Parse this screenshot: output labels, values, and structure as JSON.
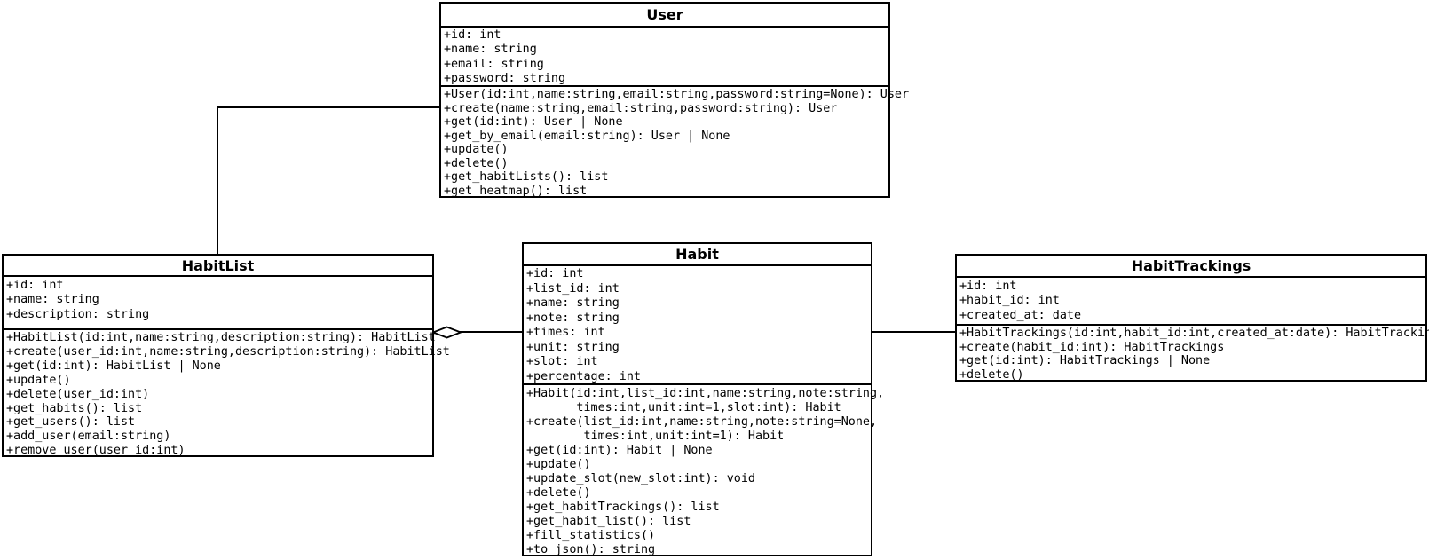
{
  "diagram": {
    "kind": "uml-class-diagram",
    "colors": {
      "background": "#ffffff",
      "line": "#000000",
      "text": "#000000",
      "box_fill": "#ffffff"
    },
    "classes": [
      {
        "name": "User",
        "attributes": [
          "+id: int",
          "+name: string",
          "+email: string",
          "+password: string"
        ],
        "methods": [
          "+User(id:int,name:string,email:string,password:string=None): User",
          "+create(name:string,email:string,password:string): User",
          "+get(id:int): User | None",
          "+get_by_email(email:string): User | None",
          "+update()",
          "+delete()",
          "+get_habitLists(): list",
          "+get_heatmap(): list"
        ]
      },
      {
        "name": "HabitList",
        "attributes": [
          "+id: int",
          "+name: string",
          "+description: string"
        ],
        "methods": [
          "+HabitList(id:int,name:string,description:string): HabitList",
          "+create(user_id:int,name:string,description:string): HabitList",
          "+get(id:int): HabitList | None",
          "+update()",
          "+delete(user_id:int)",
          "+get_habits(): list",
          "+get_users(): list",
          "+add_user(email:string)",
          "+remove_user(user_id:int)"
        ]
      },
      {
        "name": "Habit",
        "attributes": [
          "+id: int",
          "+list_id: int",
          "+name: string",
          "+note: string",
          "+times: int",
          "+unit: string",
          "+slot: int",
          "+percentage: int"
        ],
        "methods": [
          "+Habit(id:int,list_id:int,name:string,note:string,",
          "       times:int,unit:int=1,slot:int): Habit",
          "+create(list_id:int,name:string,note:string=None,",
          "        times:int,unit:int=1): Habit",
          "+get(id:int): Habit | None",
          "+update()",
          "+update_slot(new_slot:int): void",
          "+delete()",
          "+get_habitTrackings(): list",
          "+get_habit_list(): list",
          "+fill_statistics()",
          "+to_json(): string"
        ]
      },
      {
        "name": "HabitTrackings",
        "attributes": [
          "+id: int",
          "+habit_id: int",
          "+created_at: date"
        ],
        "methods": [
          "+HabitTrackings(id:int,habit_id:int,created_at:date): HabitTrackings",
          "+create(habit_id:int): HabitTrackings",
          "+get(id:int): HabitTrackings | None",
          "+delete()"
        ]
      }
    ],
    "relationships": [
      {
        "from": "HabitList",
        "to": "User",
        "type": "association",
        "style": "orthogonal"
      },
      {
        "from": "HabitList",
        "to": "Habit",
        "type": "aggregation",
        "diamond_end": "HabitList"
      },
      {
        "from": "Habit",
        "to": "HabitTrackings",
        "type": "association",
        "style": "straight"
      }
    ]
  }
}
